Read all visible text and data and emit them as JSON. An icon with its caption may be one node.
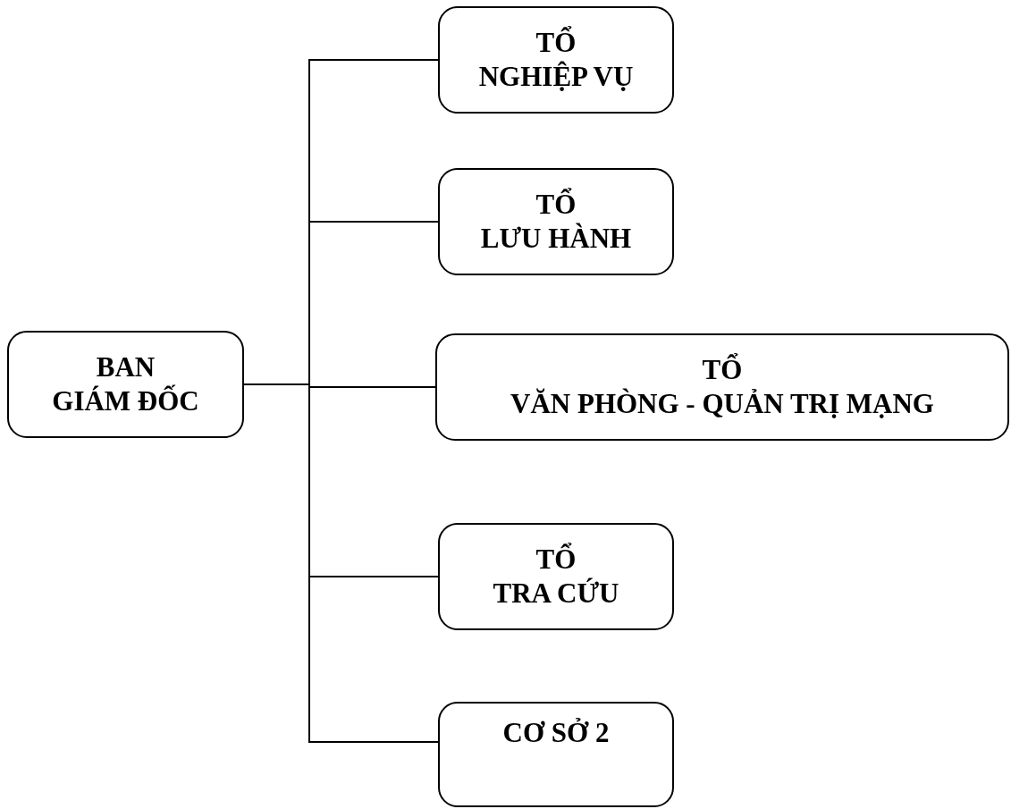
{
  "diagram": {
    "nodes": [
      {
        "text": [
          "BAN",
          "GIÁM ĐỐC"
        ]
      },
      {
        "text": [
          "TỔ",
          "NGHIỆP VỤ"
        ]
      },
      {
        "text": [
          "TỔ",
          "LƯU HÀNH"
        ]
      },
      {
        "text": [
          "TỔ",
          "VĂN PHÒNG - QUẢN TRỊ MẠNG"
        ]
      },
      {
        "text": [
          "TỔ",
          "TRA CỨU"
        ]
      },
      {
        "text": [
          "CƠ SỞ 2"
        ]
      }
    ],
    "edges": [
      {
        "from": 0,
        "to": 1,
        "arrow": "none"
      },
      {
        "from": 0,
        "to": 2,
        "arrow": "none"
      },
      {
        "from": 0,
        "to": 3,
        "arrow": "none"
      },
      {
        "from": 0,
        "to": 4,
        "arrow": "none"
      },
      {
        "from": 0,
        "to": 5,
        "arrow": "none"
      }
    ]
  }
}
